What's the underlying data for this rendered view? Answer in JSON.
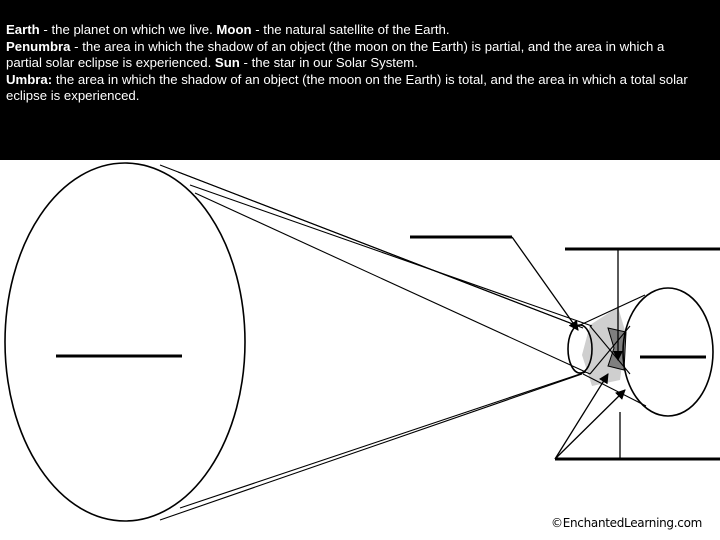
{
  "definitions": [
    {
      "term": "Earth",
      "separator": " - ",
      "text": "the planet on which we live. "
    },
    {
      "term": "Moon",
      "separator": " - ",
      "text": "the natural satellite of the Earth."
    },
    {
      "term": "Penumbra",
      "separator": " - ",
      "text": "the area in which the shadow of an object (the moon on the Earth) is partial, and the area in which a partial solar eclipse is experienced."
    },
    {
      "term": "Sun",
      "separator": " - ",
      "text": "the star in our Solar System."
    },
    {
      "term": "Umbra:",
      "separator": " ",
      "text": "the area in which the shadow of an object (the moon on the Earth) is total, and the area in which a total solar eclipse is experienced."
    }
  ],
  "copyright": "©EnchantedLearning.com",
  "colors": {
    "header_bg": "#000000",
    "header_text": "#ffffff",
    "line": "#000000",
    "umbra_fill": "#7f7f7f",
    "penumbra_fill": "#cfcfcf"
  }
}
